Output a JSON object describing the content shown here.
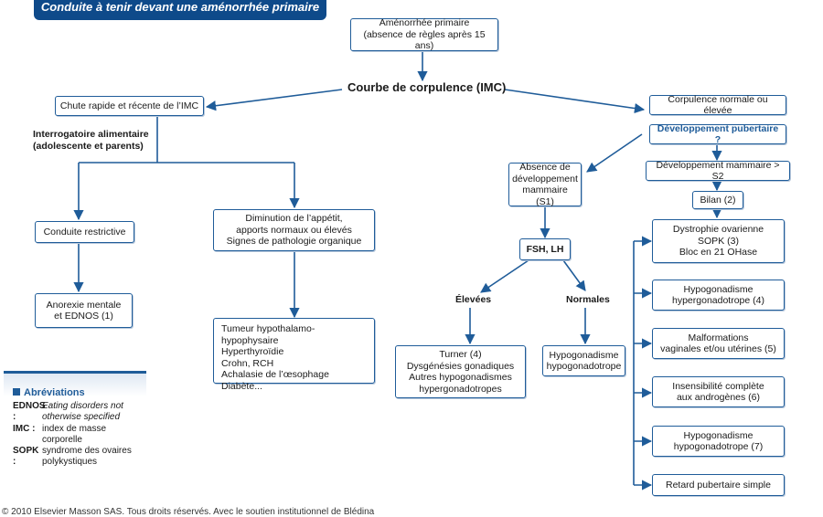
{
  "banner": "Conduite à tenir devant une aménorrhée primaire",
  "nodes": {
    "root": "Aménorrhée primaire\n(absence de règles après 15 ans)",
    "courbe": "Courbe de corpulence  (IMC)",
    "chute": "Chute rapide et récente de l’IMC",
    "interrogatoire": "Interrogatoire alimentaire\n(adolescente et parents)",
    "conduite": "Conduite restrictive",
    "diminution": "Diminution de l’appétit,\napports normaux ou élevés\nSignes de pathologie organique",
    "anorexie": "Anorexie mentale\net EDNOS (1)",
    "tumeur": "Tumeur hypothalamo-hypophysaire\nHyperthyroïdie\nCrohn, RCH\nAchalasie de l’œsophage\nDiabète...",
    "corpulence": "Corpulence normale ou élevée",
    "developpement": "Développement pubertaire ?",
    "absence": "Absence de\ndéveloppement\nmammaire (S1)",
    "mammaire": "Développement mammaire > S2",
    "bilan": "Bilan (2)",
    "fsh": "FSH, LH",
    "elevees": "Élevées",
    "normales": "Normales",
    "turner": "Turner (4)\nDysgénésies gonadiques\nAutres hypogonadismes\nhypergonadotropes",
    "hypo_normo": "Hypogonadisme\nhypogonadotrope",
    "dystrophie": "Dystrophie ovarienne\nSOPK (3)\nBloc en 21 OHase",
    "hyper": "Hypogonadisme\nhypergonadotrope (4)",
    "malformations": "Malformations\nvaginales et/ou utérines (5)",
    "insensibilite": "Insensibilité complète\naux androgènes (6)",
    "hypo7": "Hypogonadisme\nhypogonadotrope (7)",
    "retard": "Retard pubertaire simple"
  },
  "abbreviations": {
    "title": "Abréviations",
    "items": [
      {
        "key": "EDNOS :",
        "value": "Eating disorders not\notherwise specified"
      },
      {
        "key": "IMC :",
        "value": "index de masse\ncorporelle"
      },
      {
        "key": "SOPK :",
        "value": "syndrome des ovaires\npolykystiques"
      }
    ]
  },
  "footer": "© 2010 Elsevier Masson SAS. Tous droits réservés. Avec le soutien institutionnel de Blédina"
}
